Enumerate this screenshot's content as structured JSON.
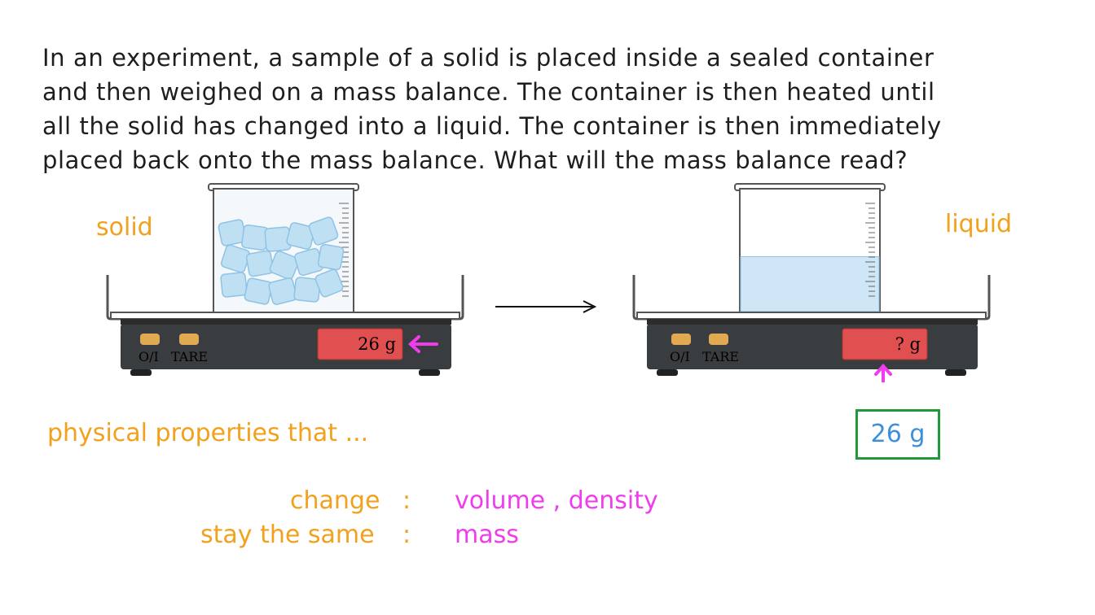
{
  "question": {
    "lines": [
      "In an experiment, a sample of a solid is placed inside a sealed container",
      "and then weighed on a mass balance. The container is then heated until",
      "all the solid has changed into a liquid. The container is then immediately",
      "placed back onto the mass balance. What will the mass balance read?"
    ]
  },
  "left_setup": {
    "state_label": "solid",
    "button_1_label": "O/I",
    "button_2_label": "TARE",
    "display_reading": "26 g"
  },
  "right_setup": {
    "state_label": "liquid",
    "button_1_label": "O/I",
    "button_2_label": "TARE",
    "display_reading": "? g",
    "liquid_fill_fraction": 0.45
  },
  "answer": {
    "value": "26 g"
  },
  "notes": {
    "heading": "physical properties that ...",
    "change_label": "change",
    "change_values": "volume , density",
    "same_label": "stay the same",
    "same_values": "mass",
    "separator": ":"
  },
  "colors": {
    "annotation_orange": "#f2a11c",
    "annotation_magenta": "#f03ced",
    "answer_blue": "#3d8fd9",
    "answer_box_green": "#1f9a3a",
    "display_red": "#e05050",
    "scale_body": "#3a3d40",
    "button_tan": "#e0a952",
    "liquid": "#cfe6f7",
    "ice": "#bfe0f3"
  }
}
